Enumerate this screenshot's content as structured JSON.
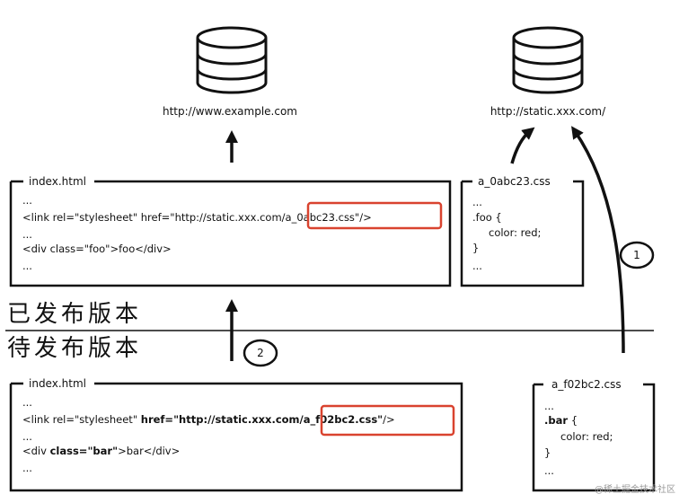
{
  "servers": {
    "main": {
      "url": "http://www.example.com"
    },
    "static": {
      "url": "http://static.xxx.com/"
    }
  },
  "released": {
    "section_label": "已发布版本",
    "index_box": {
      "title": "index.html",
      "line1": "...",
      "line2_pre": "<link rel=\"stylesheet\" href=\"http://static.xxx.co",
      "line2_mid": "m/a_0abc23.css\"/>",
      "line3": "...",
      "line4": "<div class=\"foo\">foo</div>",
      "line5": "..."
    },
    "css_box": {
      "title": "a_0abc23.css",
      "line1": "...",
      "line2": ".foo {",
      "line3": "color: red;",
      "line4": "}",
      "line5": "..."
    }
  },
  "pending": {
    "section_label": "待发布版本",
    "index_box": {
      "title": "index.html",
      "line1": "...",
      "line2_a": "<link rel=\"stylesheet\" ",
      "line2_b": "href=\"http://static.xxx.co",
      "line2_c": "m/a_f02bc2.css\"",
      "line2_d": "/>",
      "line3": "...",
      "line4_a": "<div ",
      "line4_b": "class=\"bar\"",
      "line4_c": ">bar</div>",
      "line5": "..."
    },
    "css_box": {
      "title": "a_f02bc2.css",
      "line1": "...",
      "line2_a": ".bar",
      "line2_b": " {",
      "line3": "color: red;",
      "line4": "}",
      "line5": "..."
    }
  },
  "steps": {
    "step1": "1",
    "step2": "2"
  },
  "watermark": "@稀土掘金技术社区",
  "colors": {
    "highlight": "#d9432f",
    "ink": "#111111"
  }
}
